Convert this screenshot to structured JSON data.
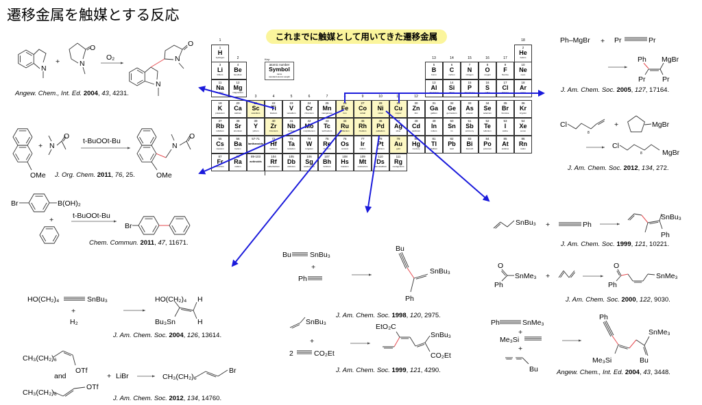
{
  "title": "遷移金属を触媒とする反応",
  "callout": "これまでに触媒として用いてきた遷移金属",
  "colors": {
    "highlight": "#fdf8c4",
    "callout": "#fbf59c",
    "arrow": "#1a1adb",
    "new_bond": "#e5484d"
  },
  "sep": ", ",
  "periodic_table": {
    "key": {
      "label": "Key:",
      "line1": "atomic number",
      "line2": "Symbol",
      "line3": "name",
      "line4": "standard atomic weight"
    },
    "groups": [
      "1",
      "2",
      "3",
      "4",
      "5",
      "6",
      "7",
      "8",
      "9",
      "10",
      "11",
      "12",
      "13",
      "14",
      "15",
      "16",
      "17",
      "18"
    ],
    "highlighted": [
      "Sc",
      "Fe",
      "Co",
      "Ni",
      "Cu",
      "Zr",
      "Ru",
      "Rh",
      "Pd",
      "Au"
    ],
    "periods": [
      [
        [
          1,
          "1",
          "H",
          "hydrogen"
        ],
        [
          18,
          "2",
          "He",
          "helium"
        ]
      ],
      [
        [
          1,
          "3",
          "Li",
          "lithium"
        ],
        [
          2,
          "4",
          "Be",
          "beryllium"
        ],
        [
          13,
          "5",
          "B",
          "boron"
        ],
        [
          14,
          "6",
          "C",
          "carbon"
        ],
        [
          15,
          "7",
          "N",
          "nitrogen"
        ],
        [
          16,
          "8",
          "O",
          "oxygen"
        ],
        [
          17,
          "9",
          "F",
          "fluorine"
        ],
        [
          18,
          "10",
          "Ne",
          "neon"
        ]
      ],
      [
        [
          1,
          "11",
          "Na",
          "sodium"
        ],
        [
          2,
          "12",
          "Mg",
          "magnesium"
        ],
        [
          13,
          "13",
          "Al",
          "aluminium"
        ],
        [
          14,
          "14",
          "Si",
          "silicon"
        ],
        [
          15,
          "15",
          "P",
          "phosphorus"
        ],
        [
          16,
          "16",
          "S",
          "sulfur"
        ],
        [
          17,
          "17",
          "Cl",
          "chlorine"
        ],
        [
          18,
          "18",
          "Ar",
          "argon"
        ]
      ],
      [
        [
          1,
          "19",
          "K",
          "potassium"
        ],
        [
          2,
          "20",
          "Ca",
          "calcium"
        ],
        [
          3,
          "21",
          "Sc",
          "scandium"
        ],
        [
          4,
          "22",
          "Ti",
          "titanium"
        ],
        [
          5,
          "23",
          "V",
          "vanadium"
        ],
        [
          6,
          "24",
          "Cr",
          "chromium"
        ],
        [
          7,
          "25",
          "Mn",
          "manganese"
        ],
        [
          8,
          "26",
          "Fe",
          "iron"
        ],
        [
          9,
          "27",
          "Co",
          "cobalt"
        ],
        [
          10,
          "28",
          "Ni",
          "nickel"
        ],
        [
          11,
          "29",
          "Cu",
          "copper"
        ],
        [
          12,
          "30",
          "Zn",
          "zinc"
        ],
        [
          13,
          "31",
          "Ga",
          "gallium"
        ],
        [
          14,
          "32",
          "Ge",
          "germanium"
        ],
        [
          15,
          "33",
          "As",
          "arsenic"
        ],
        [
          16,
          "34",
          "Se",
          "selenium"
        ],
        [
          17,
          "35",
          "Br",
          "bromine"
        ],
        [
          18,
          "36",
          "Kr",
          "krypton"
        ]
      ],
      [
        [
          1,
          "37",
          "Rb",
          "rubidium"
        ],
        [
          2,
          "38",
          "Sr",
          "strontium"
        ],
        [
          3,
          "39",
          "Y",
          "yttrium"
        ],
        [
          4,
          "40",
          "Zr",
          "zirconium"
        ],
        [
          5,
          "41",
          "Nb",
          "niobium"
        ],
        [
          6,
          "42",
          "Mo",
          "molybdenum"
        ],
        [
          7,
          "43",
          "Tc",
          "technetium"
        ],
        [
          8,
          "44",
          "Ru",
          "ruthenium"
        ],
        [
          9,
          "45",
          "Rh",
          "rhodium"
        ],
        [
          10,
          "46",
          "Pd",
          "palladium"
        ],
        [
          11,
          "47",
          "Ag",
          "silver"
        ],
        [
          12,
          "48",
          "Cd",
          "cadmium"
        ],
        [
          13,
          "49",
          "In",
          "indium"
        ],
        [
          14,
          "50",
          "Sn",
          "tin"
        ],
        [
          15,
          "51",
          "Sb",
          "antimony"
        ],
        [
          16,
          "52",
          "Te",
          "tellurium"
        ],
        [
          17,
          "53",
          "I",
          "iodine"
        ],
        [
          18,
          "54",
          "Xe",
          "xenon"
        ]
      ],
      [
        [
          1,
          "55",
          "Cs",
          "caesium"
        ],
        [
          2,
          "56",
          "Ba",
          "barium"
        ],
        [
          3,
          "57-71",
          "lanthanoids",
          ""
        ],
        [
          4,
          "72",
          "Hf",
          "hafnium"
        ],
        [
          5,
          "73",
          "Ta",
          "tantalum"
        ],
        [
          6,
          "74",
          "W",
          "tungsten"
        ],
        [
          7,
          "75",
          "Re",
          "rhenium"
        ],
        [
          8,
          "76",
          "Os",
          "osmium"
        ],
        [
          9,
          "77",
          "Ir",
          "iridium"
        ],
        [
          10,
          "78",
          "Pt",
          "platinum"
        ],
        [
          11,
          "79",
          "Au",
          "gold"
        ],
        [
          12,
          "80",
          "Hg",
          "mercury"
        ],
        [
          13,
          "81",
          "Tl",
          "thallium"
        ],
        [
          14,
          "82",
          "Pb",
          "lead"
        ],
        [
          15,
          "83",
          "Bi",
          "bismuth"
        ],
        [
          16,
          "84",
          "Po",
          "polonium"
        ],
        [
          17,
          "85",
          "At",
          "astatine"
        ],
        [
          18,
          "86",
          "Rn",
          "radon"
        ]
      ],
      [
        [
          1,
          "87",
          "Fr",
          "francium"
        ],
        [
          2,
          "88",
          "Ra",
          "radium"
        ],
        [
          3,
          "89-103",
          "actinoids",
          ""
        ],
        [
          4,
          "104",
          "Rf",
          "rutherfordium"
        ],
        [
          5,
          "105",
          "Db",
          "dubnium"
        ],
        [
          6,
          "106",
          "Sg",
          "seaborgium"
        ],
        [
          7,
          "107",
          "Bh",
          "bohrium"
        ],
        [
          8,
          "108",
          "Hs",
          "hassium"
        ],
        [
          9,
          "109",
          "Mt",
          "meitnerium"
        ],
        [
          10,
          "110",
          "Ds",
          "darmstadtium"
        ],
        [
          11,
          "111",
          "Rg",
          "roentgenium"
        ]
      ]
    ]
  },
  "reactions": {
    "r1": {
      "n": "N",
      "o": "O",
      "reagent": "O₂",
      "plus": "+",
      "ref": {
        "journal": "Angew. Chem., Int. Ed. ",
        "year": "2004",
        "volume": "43",
        "pages": "4231."
      }
    },
    "r2": {
      "ome": "OMe",
      "n": "N",
      "o": "O",
      "plus": "+",
      "reagent": "t-BuOOt-Bu",
      "ref": {
        "journal": "J. Org. Chem. ",
        "year": "2011",
        "volume": "76",
        "pages": "25."
      }
    },
    "r3": {
      "br": "Br",
      "boh": "B(OH)₂",
      "plus": "+",
      "reagent": "t-BuOOt-Bu",
      "ref": {
        "journal": "Chem. Commun. ",
        "year": "2011",
        "volume": "47",
        "pages": "11671."
      }
    },
    "r4": {
      "hoch": "HO(CH₂)₄",
      "snbu": "SnBu₃",
      "plus": "+",
      "h2": "H₂",
      "h": "H",
      "bu3sn": "Bu₃Sn",
      "ref": {
        "journal": "J. Am. Chem. Soc. ",
        "year": "2004",
        "volume": "126",
        "pages": "13614."
      }
    },
    "r5": {
      "chain": "CH₃(CH₂)₆",
      "otf": "OTf",
      "and": "and",
      "plus": "+",
      "libr": "LiBr",
      "br": "Br",
      "ref": {
        "journal": "J. Am. Chem. Soc. ",
        "year": "2012",
        "volume": "134",
        "pages": "14760."
      }
    },
    "r6": {
      "bu": "Bu",
      "snbu": "SnBu₃",
      "plus": "+",
      "ph": "Ph",
      "ref": {
        "journal": "J. Am. Chem. Soc. ",
        "year": "1998",
        "volume": "120",
        "pages": "2975."
      }
    },
    "r7": {
      "snbu": "SnBu₃",
      "plus": "+",
      "two": "2",
      "co2et": "CO₂Et",
      "eto2c": "EtO₂C",
      "ref": {
        "journal": "J. Am. Chem. Soc. ",
        "year": "1999",
        "volume": "121",
        "pages": "4290."
      }
    },
    "r8": {
      "phmgbr": "Ph–MgBr",
      "plus": "+",
      "pr": "Pr",
      "ph": "Ph",
      "mgbr": "MgBr",
      "ref": {
        "journal": "J. Am. Chem. Soc. ",
        "year": "2005",
        "volume": "127",
        "pages": "17164."
      }
    },
    "r9": {
      "cl": "Cl",
      "sub": "8",
      "plus": "+",
      "mgbr": "MgBr",
      "ref": {
        "journal": "J. Am. Chem. Soc. ",
        "year": "2012",
        "volume": "134",
        "pages": "272."
      }
    },
    "r10": {
      "snbu": "SnBu₃",
      "plus": "+",
      "ph": "Ph",
      "ref": {
        "journal": "J. Am. Chem. Soc. ",
        "year": "1999",
        "volume": "121",
        "pages": "10221."
      }
    },
    "r11": {
      "o": "O",
      "snme": "SnMe₃",
      "ph": "Ph",
      "plus": "+",
      "ref": {
        "journal": "J. Am. Chem. Soc. ",
        "year": "2000",
        "volume": "122",
        "pages": "9030."
      }
    },
    "r12": {
      "ph": "Ph",
      "snme": "SnMe₃",
      "plus": "+",
      "me3si": "Me₃Si",
      "bu": "Bu",
      "ref": {
        "journal": "Angew. Chem., Int. Ed. ",
        "year": "2004",
        "volume": "43",
        "pages": "3448."
      }
    }
  }
}
